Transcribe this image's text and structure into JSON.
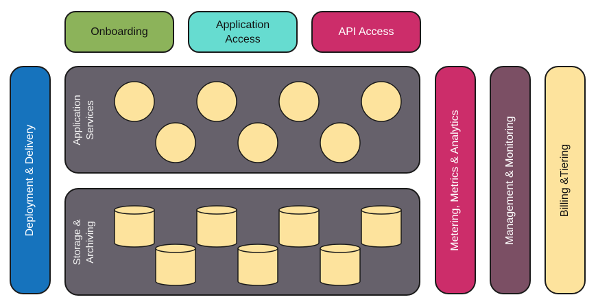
{
  "top_boxes": [
    {
      "label": "Onboarding",
      "color": "#8cb35a",
      "text_color": "#111111"
    },
    {
      "label": "Application\nAccess",
      "color": "#66dcd0",
      "text_color": "#111111"
    },
    {
      "label": "API Access",
      "color": "#cc2d6a",
      "text_color": "#ffffff"
    }
  ],
  "left_bar": {
    "label": "Deployment & Delivery",
    "color": "#1673bd",
    "text_color": "#ffffff"
  },
  "services_panel": {
    "label": "Application\nServices",
    "color": "#66616b",
    "service_count": 7,
    "shape": "circle",
    "shape_color": "#fde39d"
  },
  "storage_panel": {
    "label": "Storage &\nArchiving",
    "color": "#66616b",
    "storage_count": 7,
    "shape": "cylinder",
    "shape_color": "#fde39d"
  },
  "right_bars": [
    {
      "label": "Metering, Metrics & Analytics",
      "color": "#cc2d6a",
      "text_color": "#ffffff"
    },
    {
      "label": "Management & Monitoring",
      "color": "#7b4f64",
      "text_color": "#ffffff"
    },
    {
      "label": "Billing &Tiering",
      "color": "#fde39d",
      "text_color": "#111111"
    }
  ]
}
